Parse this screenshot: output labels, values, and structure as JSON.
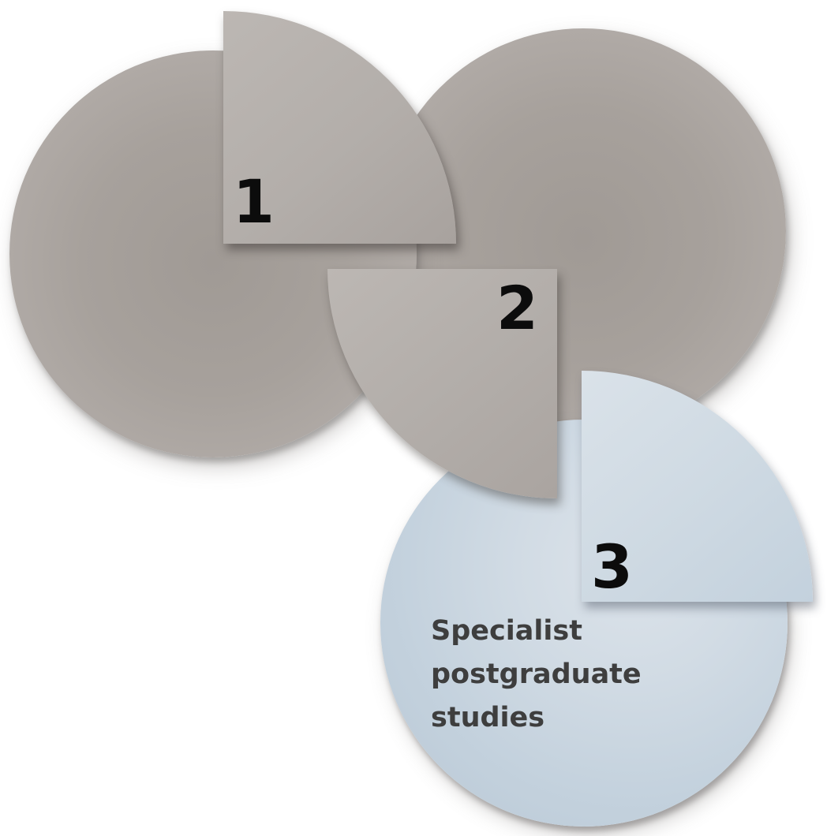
{
  "diagram": {
    "kind": "pie-process",
    "background": "#ffffff",
    "steps": [
      {
        "number": "1",
        "label": "",
        "fill": "#aea8a4"
      },
      {
        "number": "2",
        "label": "",
        "fill": "#aea8a4"
      },
      {
        "number": "3",
        "label": "Specialist postgraduate studies",
        "fill": "#c9d6e2"
      }
    ],
    "colors": {
      "gray_circle": "#aba5a0",
      "gray_wedge": "#b3aeaa",
      "blue_circle": "#c6d3df",
      "blue_wedge": "#cfdae3",
      "number_color": "#0c0c0c",
      "label_color": "#3e3e3e"
    }
  }
}
